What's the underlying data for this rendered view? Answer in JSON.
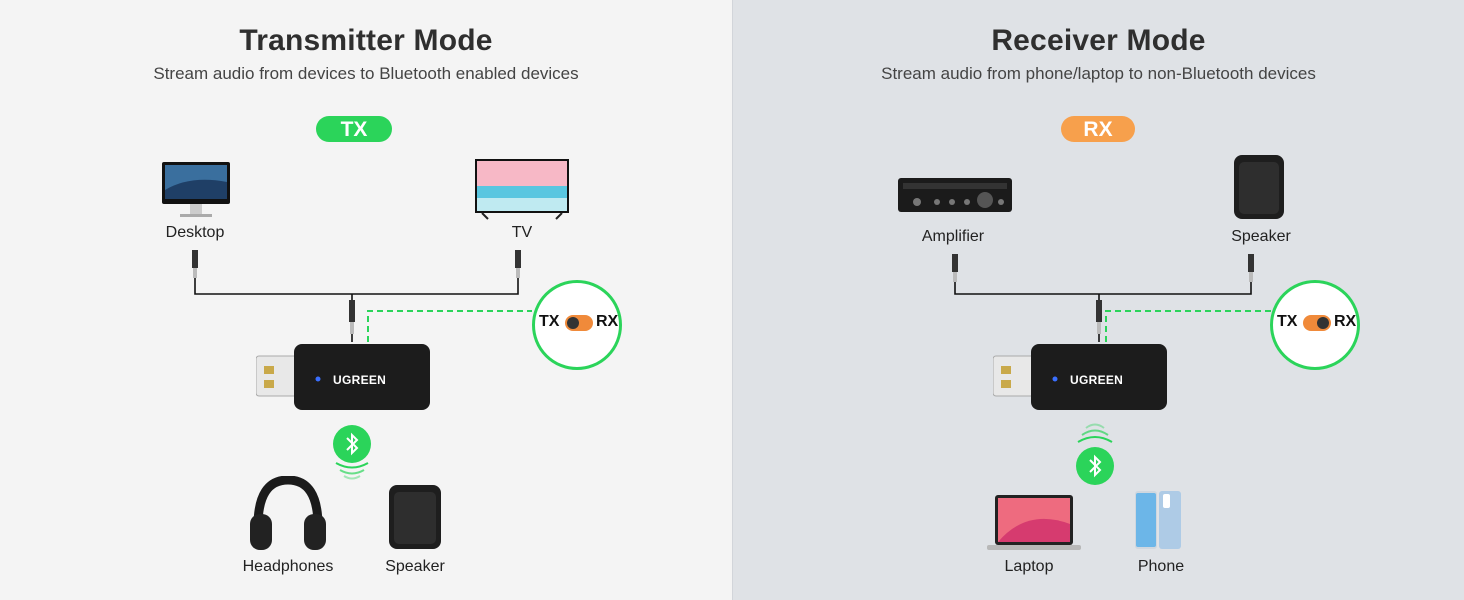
{
  "tx_panel": {
    "title": "Transmitter Mode",
    "subtitle": "Stream audio from devices to Bluetooth enabled devices",
    "badge": "TX",
    "source1": "Desktop",
    "source2": "TV",
    "switch_left": "TX",
    "switch_right": "RX",
    "brand": "UGREEN",
    "output1": "Headphones",
    "output2": "Speaker"
  },
  "rx_panel": {
    "title": "Receiver Mode",
    "subtitle": "Stream audio from phone/laptop to non-Bluetooth devices",
    "badge": "RX",
    "output1": "Amplifier",
    "output2": "Speaker",
    "switch_left": "TX",
    "switch_right": "RX",
    "brand": "UGREEN",
    "source1": "Laptop",
    "source2": "Phone"
  },
  "colors": {
    "tx_accent": "#2bd45a",
    "rx_accent": "#f7a04c",
    "bluetooth": "#2bd45a"
  },
  "icons": [
    "desktop-icon",
    "tv-icon",
    "usb-adapter-icon",
    "bluetooth-icon",
    "headphones-icon",
    "speaker-icon",
    "amplifier-icon",
    "laptop-icon",
    "phone-icon",
    "toggle-switch-icon"
  ]
}
